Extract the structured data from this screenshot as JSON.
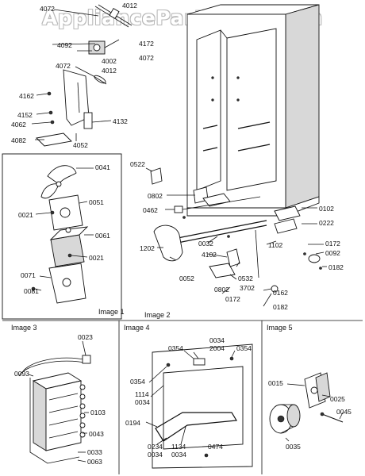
{
  "watermark": "AppliancePartsPros.com",
  "captions": {
    "image1": "Image 1",
    "image2": "Image 2",
    "image3": "Image 3",
    "image4": "Image 4",
    "image5": "Image 5"
  },
  "parts_top": [
    "4072",
    "4012",
    "4172",
    "4072",
    "4092",
    "4002",
    "4012",
    "4072",
    "4162",
    "4152",
    "4062",
    "4082",
    "4052",
    "4132"
  ],
  "parts_image1": [
    "0041",
    "0021",
    "0051",
    "0061",
    "0021",
    "0071",
    "0081"
  ],
  "parts_image2": [
    "0522",
    "0802",
    "0462",
    "1202",
    "0052",
    "0032",
    "4102",
    "0532",
    "3702",
    "0802",
    "0172",
    "0162",
    "0182",
    "1102",
    "0102",
    "0222",
    "0172",
    "0092",
    "0182"
  ],
  "parts_image3": [
    "0023",
    "0093",
    "0103",
    "0043",
    "0033",
    "0063"
  ],
  "parts_image4": [
    "0034",
    "2004",
    "0354",
    "0354",
    "0354",
    "1114",
    "0034",
    "0194",
    "0234",
    "0034",
    "1134",
    "0034",
    "0474"
  ],
  "parts_image5": [
    "0015",
    "0025",
    "0045",
    "0035"
  ]
}
